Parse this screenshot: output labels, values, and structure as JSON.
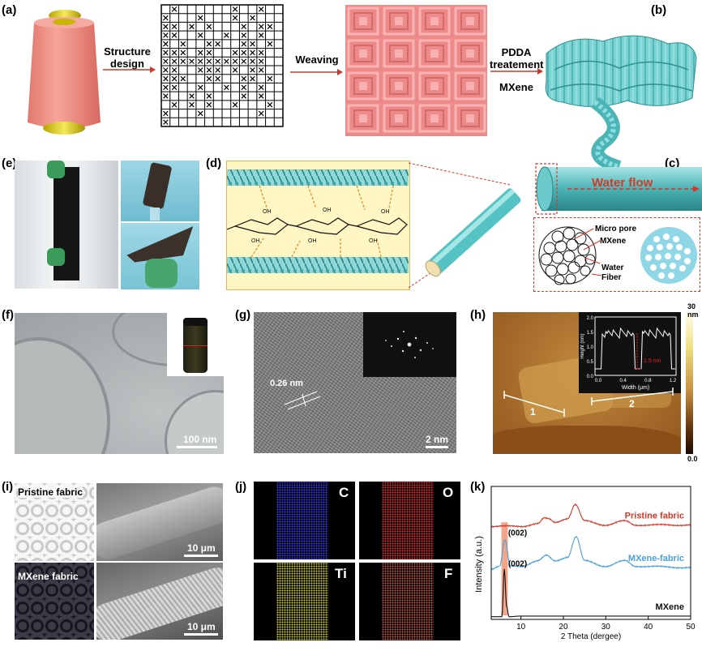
{
  "panels": {
    "a": "(a)",
    "b": "(b)",
    "c": "(c)",
    "d": "(d)",
    "e": "(e)",
    "f": "(f)",
    "g": "(g)",
    "h": "(h)",
    "i": "(i)",
    "j": "(j)",
    "k": "(k)"
  },
  "top": {
    "structure_design_1": "Structure",
    "structure_design_2": "design",
    "weaving": "Weaving",
    "pdda_1": "PDDA",
    "pdda_2": "treatement",
    "mxene": "MXene"
  },
  "grid": {
    "rows": 14,
    "cols": 14,
    "x_cells": [
      [
        0,
        1
      ],
      [
        0,
        8
      ],
      [
        0,
        11
      ],
      [
        1,
        0
      ],
      [
        1,
        4
      ],
      [
        1,
        8
      ],
      [
        1,
        10
      ],
      [
        2,
        0
      ],
      [
        2,
        1
      ],
      [
        2,
        3
      ],
      [
        2,
        5
      ],
      [
        2,
        9
      ],
      [
        2,
        11
      ],
      [
        2,
        12
      ],
      [
        3,
        0
      ],
      [
        3,
        1
      ],
      [
        3,
        4
      ],
      [
        3,
        7
      ],
      [
        3,
        9
      ],
      [
        3,
        11
      ],
      [
        4,
        0
      ],
      [
        4,
        2
      ],
      [
        4,
        5
      ],
      [
        4,
        6
      ],
      [
        4,
        9
      ],
      [
        4,
        10
      ],
      [
        4,
        12
      ],
      [
        5,
        0
      ],
      [
        5,
        1
      ],
      [
        5,
        2
      ],
      [
        5,
        4
      ],
      [
        5,
        5
      ],
      [
        5,
        8
      ],
      [
        5,
        9
      ],
      [
        5,
        10
      ],
      [
        5,
        11
      ],
      [
        6,
        0
      ],
      [
        6,
        1
      ],
      [
        6,
        2
      ],
      [
        6,
        3
      ],
      [
        6,
        4
      ],
      [
        6,
        5
      ],
      [
        6,
        6
      ],
      [
        6,
        7
      ],
      [
        6,
        8
      ],
      [
        6,
        9
      ],
      [
        6,
        10
      ],
      [
        6,
        11
      ],
      [
        7,
        0
      ],
      [
        7,
        1
      ],
      [
        7,
        4
      ],
      [
        7,
        5
      ],
      [
        7,
        6
      ],
      [
        7,
        8
      ],
      [
        7,
        10
      ],
      [
        7,
        11
      ],
      [
        8,
        0
      ],
      [
        8,
        1
      ],
      [
        8,
        2
      ],
      [
        8,
        5
      ],
      [
        8,
        6
      ],
      [
        8,
        9
      ],
      [
        8,
        10
      ],
      [
        8,
        12
      ],
      [
        9,
        0
      ],
      [
        9,
        1
      ],
      [
        9,
        4
      ],
      [
        9,
        7
      ],
      [
        9,
        9
      ],
      [
        9,
        11
      ],
      [
        10,
        0
      ],
      [
        10,
        3
      ],
      [
        10,
        5
      ],
      [
        10,
        9
      ],
      [
        10,
        11
      ],
      [
        11,
        1
      ],
      [
        11,
        3
      ],
      [
        11,
        5
      ],
      [
        11,
        8
      ],
      [
        11,
        12
      ],
      [
        12,
        0
      ],
      [
        12,
        4
      ],
      [
        12,
        11
      ],
      [
        13,
        0
      ]
    ]
  },
  "c": {
    "water_flow": "Water flow",
    "micro_pore": "Micro pore",
    "mxene": "MXene",
    "water": "Water",
    "fiber": "Fiber"
  },
  "f": {
    "scale": "100 nm"
  },
  "g": {
    "scale": "2 nm",
    "lattice": "0.26 nm"
  },
  "h": {
    "line1": "1",
    "line2": "2",
    "cb_max": "30",
    "cb_unit": "nm",
    "cb_min": "0.0",
    "inset": {
      "ylabel": "Height (nm)",
      "xlabel": "Width (μm)",
      "annot": "1.5 nm",
      "yticks": [
        "0.0",
        "0.5",
        "1.0",
        "1.5",
        "2.0"
      ],
      "xticks": [
        "0.0",
        "0.4",
        "0.8",
        "1.2"
      ]
    }
  },
  "i": {
    "pristine": "Pristine fabric",
    "mxene": "MXene fabric",
    "scale1": "10 μm",
    "scale2": "10 μm"
  },
  "j": {
    "c": "C",
    "o": "O",
    "ti": "Ti",
    "f": "F",
    "colors": {
      "C": "#3a3cff",
      "O": "#ff3030",
      "Ti": "#e6e62a",
      "F": "#ff7a5a"
    }
  },
  "chart_data": {
    "type": "line",
    "xlabel": "2 Theta (dergee)",
    "ylabel": "Intensity (a.u.)",
    "xlim": [
      3,
      50
    ],
    "xticks": [
      10,
      20,
      30,
      40,
      50
    ],
    "series": [
      {
        "name": "Pristine fabric",
        "color": "#d23a2a",
        "offset": 0.72,
        "peaks": [
          [
            15.5,
            0.05
          ],
          [
            16.5,
            0.045
          ],
          [
            22.8,
            0.14
          ],
          [
            34.5,
            0.03
          ]
        ],
        "x": [
          3,
          10,
          14,
          15.5,
          16.5,
          18,
          21,
          22.8,
          25,
          30,
          34.5,
          37,
          50
        ],
        "y": [
          0.7,
          0.7,
          0.72,
          0.76,
          0.755,
          0.73,
          0.76,
          0.86,
          0.74,
          0.71,
          0.74,
          0.71,
          0.71
        ]
      },
      {
        "name": "MXene-fabric",
        "color": "#4aa0d8",
        "offset": 0.38,
        "x": [
          3,
          5,
          6.2,
          7.5,
          10,
          14,
          16,
          18,
          21,
          23,
          25,
          30,
          34.5,
          37,
          50
        ],
        "y": [
          0.38,
          0.4,
          0.6,
          0.4,
          0.4,
          0.44,
          0.48,
          0.44,
          0.47,
          0.62,
          0.44,
          0.4,
          0.44,
          0.4,
          0.39
        ]
      },
      {
        "name": "MXene",
        "color": "#111111",
        "offset": 0.04,
        "x": [
          3,
          5.5,
          6.1,
          6.6,
          7.2,
          10,
          20,
          30,
          40,
          50
        ],
        "y": [
          0.02,
          0.02,
          0.38,
          0.1,
          0.02,
          0.025,
          0.025,
          0.025,
          0.025,
          0.025
        ]
      }
    ],
    "annotations": [
      {
        "text": "(002)",
        "x": 6.6,
        "y": 0.63
      },
      {
        "text": "(002)",
        "x": 6.6,
        "y": 0.4
      }
    ],
    "highlight": {
      "x0": 5.4,
      "x1": 6.9,
      "color": "#f2a58a"
    }
  }
}
